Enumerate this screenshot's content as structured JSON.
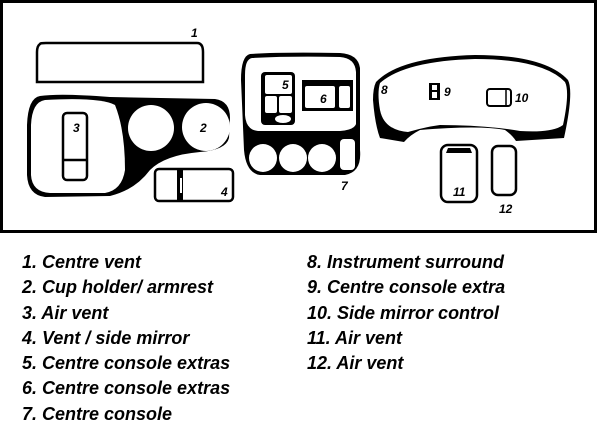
{
  "diagram": {
    "labels": [
      "1",
      "2",
      "3",
      "4",
      "5",
      "6",
      "7",
      "8",
      "9",
      "10",
      "11",
      "12"
    ]
  },
  "legend": {
    "left": [
      "1. Centre vent",
      "2. Cup holder/ armrest",
      "3. Air vent",
      "4. Vent / side mirror",
      "5. Centre console extras",
      "6. Centre console extras",
      "7. Centre console"
    ],
    "right": [
      "8. Instrument surround",
      "9. Centre console extra",
      "10. Side mirror control",
      "11. Air vent",
      "12. Air vent"
    ]
  }
}
